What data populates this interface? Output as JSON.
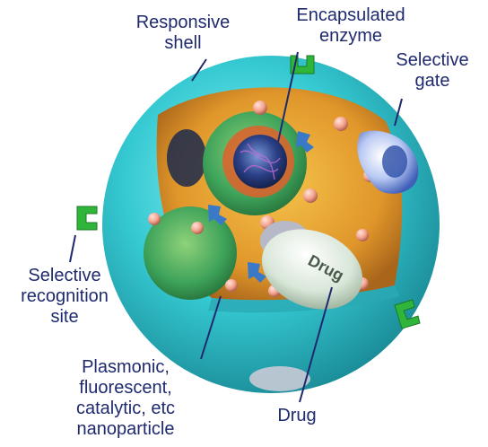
{
  "labels": {
    "responsive_shell": [
      "Responsive",
      "shell"
    ],
    "encapsulated_enzyme": [
      "Encapsulated",
      "enzyme"
    ],
    "selective_gate": [
      "Selective",
      "gate"
    ],
    "selective_recognition_site": [
      "Selective",
      "recognition",
      "site"
    ],
    "nanoparticle": [
      "Plasmonic,",
      "fluorescent,",
      "catalytic, etc",
      "nanoparticle"
    ],
    "drug_label": "Drug",
    "drug_capsule_text": "Drug"
  },
  "colors": {
    "label_text": "#1f2a6e",
    "shell": "#35c9d2",
    "interior": "#e3a125",
    "compartment": "#3ea35a",
    "receptor": "#2fb63a",
    "enzyme_core": "#2a3f86",
    "nanoparticle": "#f3a38e",
    "drug_capsule": "#d8e6d8",
    "gate": "#5a7fd1"
  },
  "icons": {
    "receptor": "receptor-u-clamp-icon",
    "gate": "gate-pore-icon",
    "enzyme": "enzyme-molecule-icon",
    "nanoparticle": "nanoparticle-sphere-icon",
    "drug": "drug-capsule-icon"
  }
}
